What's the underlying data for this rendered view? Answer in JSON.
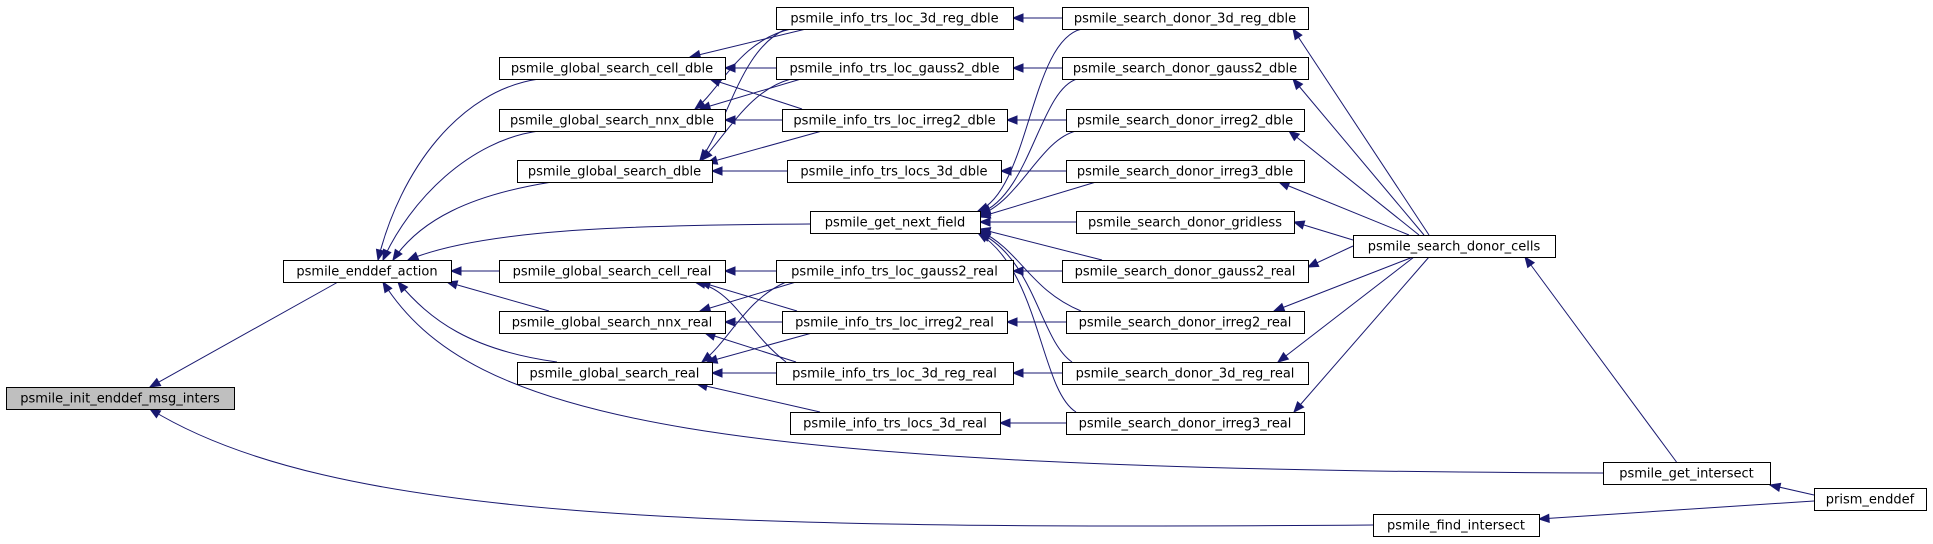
{
  "diagram": {
    "nodes": [
      {
        "id": "init",
        "label": "psmile_init_enddef_msg_inters",
        "highlight": true
      },
      {
        "id": "enddef_action",
        "label": "psmile_enddef_action"
      },
      {
        "id": "find_intersect",
        "label": "psmile_find_intersect"
      },
      {
        "id": "gs_cell_dble",
        "label": "psmile_global_search_cell_dble"
      },
      {
        "id": "gs_nnx_dble",
        "label": "psmile_global_search_nnx_dble"
      },
      {
        "id": "gs_dble",
        "label": "psmile_global_search_dble"
      },
      {
        "id": "gs_cell_real",
        "label": "psmile_global_search_cell_real"
      },
      {
        "id": "gs_nnx_real",
        "label": "psmile_global_search_nnx_real"
      },
      {
        "id": "gs_real",
        "label": "psmile_global_search_real"
      },
      {
        "id": "get_next_field",
        "label": "psmile_get_next_field"
      },
      {
        "id": "get_intersect",
        "label": "psmile_get_intersect"
      },
      {
        "id": "info_3d_reg_dble",
        "label": "psmile_info_trs_loc_3d_reg_dble"
      },
      {
        "id": "info_gauss2_dble",
        "label": "psmile_info_trs_loc_gauss2_dble"
      },
      {
        "id": "info_irreg2_dble",
        "label": "psmile_info_trs_loc_irreg2_dble"
      },
      {
        "id": "info_locs_3d_dble",
        "label": "psmile_info_trs_locs_3d_dble"
      },
      {
        "id": "info_gauss2_real",
        "label": "psmile_info_trs_loc_gauss2_real"
      },
      {
        "id": "info_irreg2_real",
        "label": "psmile_info_trs_loc_irreg2_real"
      },
      {
        "id": "info_3d_reg_real",
        "label": "psmile_info_trs_loc_3d_reg_real"
      },
      {
        "id": "info_locs_3d_real",
        "label": "psmile_info_trs_locs_3d_real"
      },
      {
        "id": "sd_3d_reg_dble",
        "label": "psmile_search_donor_3d_reg_dble"
      },
      {
        "id": "sd_gauss2_dble",
        "label": "psmile_search_donor_gauss2_dble"
      },
      {
        "id": "sd_irreg2_dble",
        "label": "psmile_search_donor_irreg2_dble"
      },
      {
        "id": "sd_irreg3_dble",
        "label": "psmile_search_donor_irreg3_dble"
      },
      {
        "id": "sd_gridless",
        "label": "psmile_search_donor_gridless"
      },
      {
        "id": "sd_gauss2_real",
        "label": "psmile_search_donor_gauss2_real"
      },
      {
        "id": "sd_irreg2_real",
        "label": "psmile_search_donor_irreg2_real"
      },
      {
        "id": "sd_3d_reg_real",
        "label": "psmile_search_donor_3d_reg_real"
      },
      {
        "id": "sd_irreg3_real",
        "label": "psmile_search_donor_irreg3_real"
      },
      {
        "id": "sd_cells",
        "label": "psmile_search_donor_cells"
      },
      {
        "id": "prism_enddef",
        "label": "prism_enddef"
      }
    ]
  }
}
